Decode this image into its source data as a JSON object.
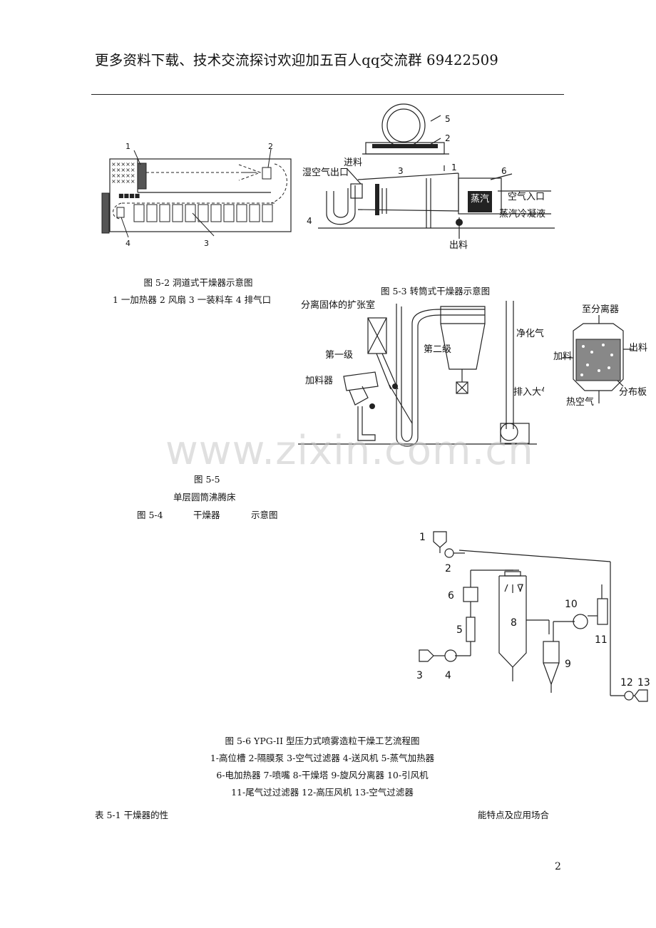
{
  "header": {
    "text": "更多资料下载、技术交流探讨欢迎加五百人qq交流群 69422509"
  },
  "fig_5_2": {
    "caption": "图 5-2 洞道式干燥器示意图",
    "legend": "1 一加热器 2 风扇 3 一装料车 4 排气口",
    "labels": [
      "1",
      "2",
      "3",
      "4"
    ]
  },
  "fig_5_3": {
    "caption": "图 5-3 转筒式干燥器示意图",
    "labels": {
      "n5": "5",
      "n2": "2",
      "n3": "3",
      "n1": "1",
      "n6": "6",
      "n4": "4",
      "wet_air_out": "湿空气出口",
      "feed_in": "进料",
      "steam": "蒸汽",
      "air_in": "空气入口",
      "condensate": "蒸汽冷凝液",
      "discharge": "出料"
    }
  },
  "fig_5_4": {
    "labels": {
      "expansion_chamber": "分离固体的扩张室",
      "stage_one": "第一级",
      "stage_two": "第二级",
      "feeder": "加料器",
      "clean_gas": "净化气",
      "exhaust": "排入大气"
    },
    "caption_parts": [
      "图 5-4",
      "干燥器",
      "示意图"
    ]
  },
  "fig_5_5": {
    "labels": {
      "to_separator": "至分离器",
      "feed": "加料",
      "discharge": "出料",
      "distributor": "分布板",
      "hot_air": "热空气"
    },
    "caption_line1": "图 5-5",
    "caption_line2": "单层圆筒沸腾床"
  },
  "fig_5_6": {
    "numbers": [
      "1",
      "2",
      "3",
      "4",
      "5",
      "6",
      "7",
      "8",
      "9",
      "10",
      "11",
      "12",
      "13"
    ],
    "caption": "图 5-6 YPG-II 型压力式喷雾造粒干燥工艺流程图",
    "legend_lines": [
      "1-高位槽 2-隔膜泵 3-空气过滤器 4-送风机 5-蒸气加热器",
      "6-电加热器 7-喷嘴 8-干燥塔 9-旋风分离器 10-引风机",
      "11-尾气过过滤器 12-高压风机 13-空气过滤器"
    ]
  },
  "table_heading": {
    "left": "表 5-1 干燥器的性",
    "right": "能特点及应用场合"
  },
  "watermark": "www.zixin.com.cn",
  "page_number": "2"
}
